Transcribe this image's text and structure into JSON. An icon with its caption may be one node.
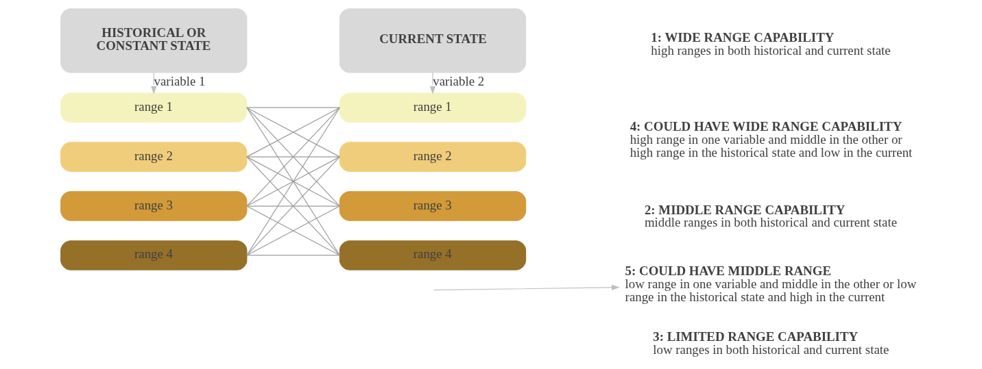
{
  "diagram": {
    "nodes": [
      {
        "text": [
          "HISTORICAL OR CONSTANT STATE"
        ]
      },
      {
        "text": [
          "CURRENT STATE"
        ]
      },
      {
        "text": [
          "range 1"
        ]
      },
      {
        "text": [
          "range 2"
        ]
      },
      {
        "text": [
          "range 3"
        ]
      },
      {
        "text": [
          "range 4"
        ]
      },
      {
        "text": [
          "range 1"
        ]
      },
      {
        "text": [
          "range 2"
        ]
      },
      {
        "text": [
          "range 3"
        ]
      },
      {
        "text": [
          "range 4"
        ]
      },
      {
        "text": [
          "1: WIDE RANGE CAPABILITY",
          "high ranges in both historical and current state"
        ]
      },
      {
        "text": [
          "4: COULD HAVE WIDE RANGE CAPABILITY",
          "high range in one variable and middle in the other or high range in the historical state and low in the current"
        ]
      },
      {
        "text": [
          "2: MIDDLE RANGE CAPABILITY",
          "middle ranges in both historical and current state"
        ]
      },
      {
        "text": [
          "5: COULD HAVE MIDDLE RANGE",
          "low range in one variable and middle in the other or low range in the historical state and high in the current"
        ]
      },
      {
        "text": [
          "3: LIMITED RANGE CAPABILITY",
          "low ranges in both historical and current state"
        ]
      }
    ],
    "edges": [
      {
        "from": 0,
        "to": 2,
        "arrow": "to",
        "label": "variable 1",
        "color": "#bfbfbf"
      },
      {
        "from": 1,
        "to": 6,
        "arrow": "to",
        "label": "variable 2",
        "color": "#bfbfbf"
      },
      {
        "from": 2,
        "to": 6,
        "arrow": "none"
      },
      {
        "from": 2,
        "to": 7,
        "arrow": "none"
      },
      {
        "from": 2,
        "to": 8,
        "arrow": "none"
      },
      {
        "from": 2,
        "to": 9,
        "arrow": "none"
      },
      {
        "from": 3,
        "to": 6,
        "arrow": "none"
      },
      {
        "from": 3,
        "to": 7,
        "arrow": "none"
      },
      {
        "from": 3,
        "to": 8,
        "arrow": "none"
      },
      {
        "from": 3,
        "to": 9,
        "arrow": "none"
      },
      {
        "from": 4,
        "to": 6,
        "arrow": "none"
      },
      {
        "from": 4,
        "to": 7,
        "arrow": "none"
      },
      {
        "from": 4,
        "to": 8,
        "arrow": "none"
      },
      {
        "from": 4,
        "to": 9,
        "arrow": "none"
      },
      {
        "from": 5,
        "to": 6,
        "arrow": "none"
      },
      {
        "from": 5,
        "to": 7,
        "arrow": "none"
      },
      {
        "from": 5,
        "to": 8,
        "arrow": "none"
      },
      {
        "from": 5,
        "to": 9,
        "arrow": "none"
      },
      {
        "from": null,
        "to": 13,
        "arrow": "to",
        "color": "#bfbfbf"
      }
    ]
  }
}
